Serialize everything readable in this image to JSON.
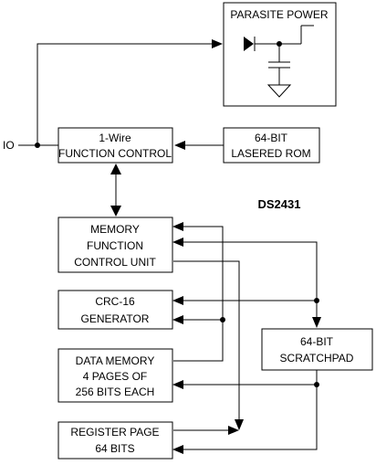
{
  "chip_name": "DS2431",
  "pins": {
    "io_label": "IO"
  },
  "blocks": {
    "parasite_power": {
      "title": "PARASITE POWER"
    },
    "function_control": {
      "line1": "1-Wire",
      "line2": "FUNCTION CONTROL"
    },
    "lasered_rom": {
      "line1": "64-BIT",
      "line2": "LASERED ROM"
    },
    "memory_function_control": {
      "line1": "MEMORY",
      "line2": "FUNCTION",
      "line3": "CONTROL UNIT"
    },
    "crc_generator": {
      "line1": "CRC-16",
      "line2": "GENERATOR"
    },
    "data_memory": {
      "line1": "DATA MEMORY",
      "line2": "4 PAGES OF",
      "line3": "256 BITS EACH"
    },
    "register_page": {
      "line1": "REGISTER PAGE",
      "line2": "64 BITS"
    },
    "scratchpad": {
      "line1": "64-BIT",
      "line2": "SCRATCHPAD"
    }
  }
}
